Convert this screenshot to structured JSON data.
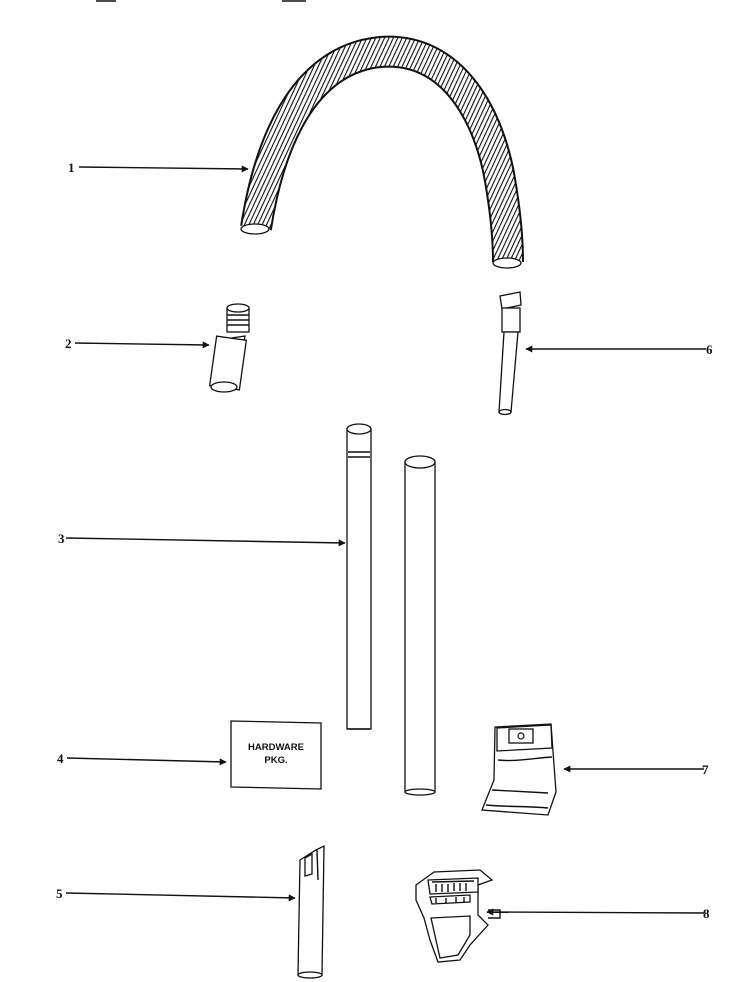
{
  "callouts": {
    "hose": "1",
    "adapter": "2",
    "wand": "3",
    "hardware": "4",
    "crevice": "5",
    "hose_end": "6",
    "bag": "7",
    "nozzle": "8"
  },
  "hardware_label": {
    "line1": "HARDWARE",
    "line2": "PKG."
  }
}
